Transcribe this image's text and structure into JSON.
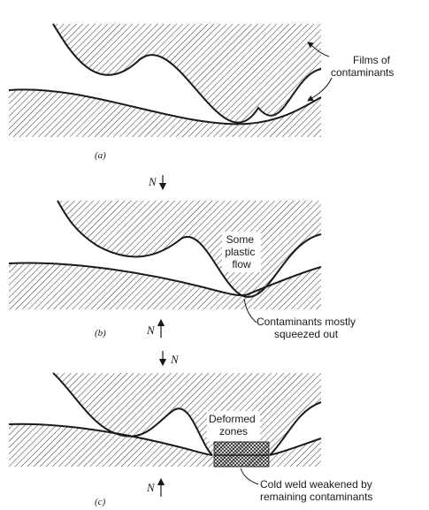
{
  "panels": [
    {
      "id": "a",
      "sublabel": "(a)",
      "annotations": [
        {
          "lines": [
            "Films of",
            "contaminants"
          ]
        }
      ]
    },
    {
      "id": "b",
      "sublabel": "(b)",
      "force_top": "N",
      "force_bottom": "N",
      "annotations": [
        {
          "lines": [
            "Some",
            "plastic",
            "flow"
          ]
        },
        {
          "lines": [
            "Contaminants mostly",
            "squeezed out"
          ]
        }
      ]
    },
    {
      "id": "c",
      "sublabel": "(c)",
      "force_top": "N",
      "force_bottom": "N",
      "annotations": [
        {
          "lines": [
            "Deformed",
            "zones"
          ]
        },
        {
          "lines": [
            "Cold weld weakened by",
            "remaining contaminants"
          ]
        }
      ]
    }
  ]
}
